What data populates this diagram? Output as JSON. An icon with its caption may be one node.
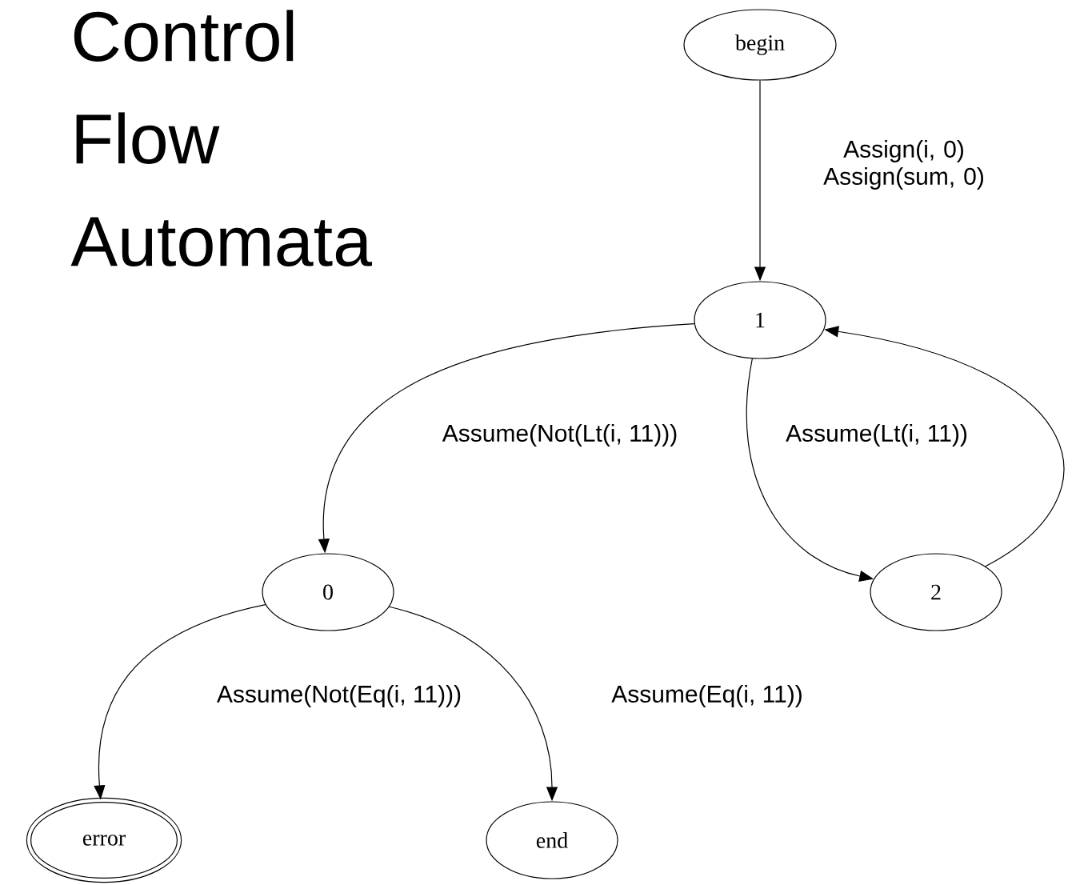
{
  "diagram": {
    "title": "Control Flow Automata",
    "nodes": [
      {
        "text": [
          "begin"
        ]
      },
      {
        "text": [
          "1"
        ]
      },
      {
        "text": [
          "0"
        ]
      },
      {
        "text": [
          "2"
        ]
      },
      {
        "text": [
          "error"
        ]
      },
      {
        "text": [
          "end"
        ]
      }
    ],
    "edges": [
      {
        "from": 0,
        "to": 1,
        "arrow": "to",
        "label": "Assign(i, 0) Assign(sum, 0)"
      },
      {
        "from": 1,
        "to": 2,
        "arrow": "to",
        "label": "Assume(Not(Lt(i, 11)))"
      },
      {
        "from": 1,
        "to": 3,
        "arrow": "to",
        "label": "Assume(Lt(i, 11))"
      },
      {
        "from": 3,
        "to": 1,
        "arrow": "to"
      },
      {
        "from": 2,
        "to": 4,
        "arrow": "to",
        "label": "Assume(Not(Eq(i, 11)))"
      },
      {
        "from": 2,
        "to": 5,
        "arrow": "to",
        "label": "Assume(Eq(i, 11))"
      }
    ]
  }
}
